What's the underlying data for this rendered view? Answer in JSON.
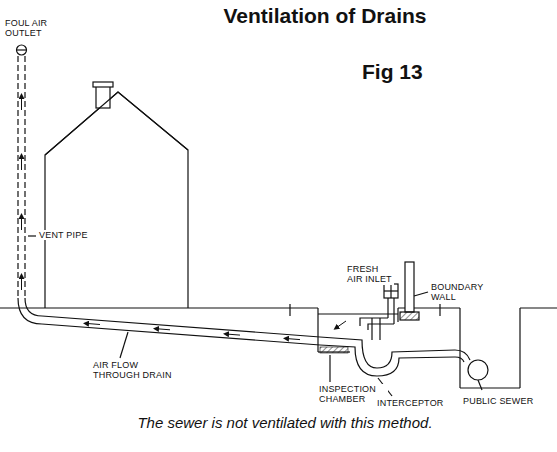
{
  "diagram": {
    "title": "Ventilation of Drains",
    "caption": "The sewer is not ventilated with this method.",
    "labels": [
      "Fig 13",
      "FOUL AIR OUTLET",
      "VENT PIPE",
      "AIR FLOW THROUGH DRAIN",
      "FRESH AIR INLET",
      "BOUNDARY WALL",
      "INSPECTION CHAMBER",
      "INTERCEPTOR",
      "PUBLIC SEWER"
    ]
  }
}
